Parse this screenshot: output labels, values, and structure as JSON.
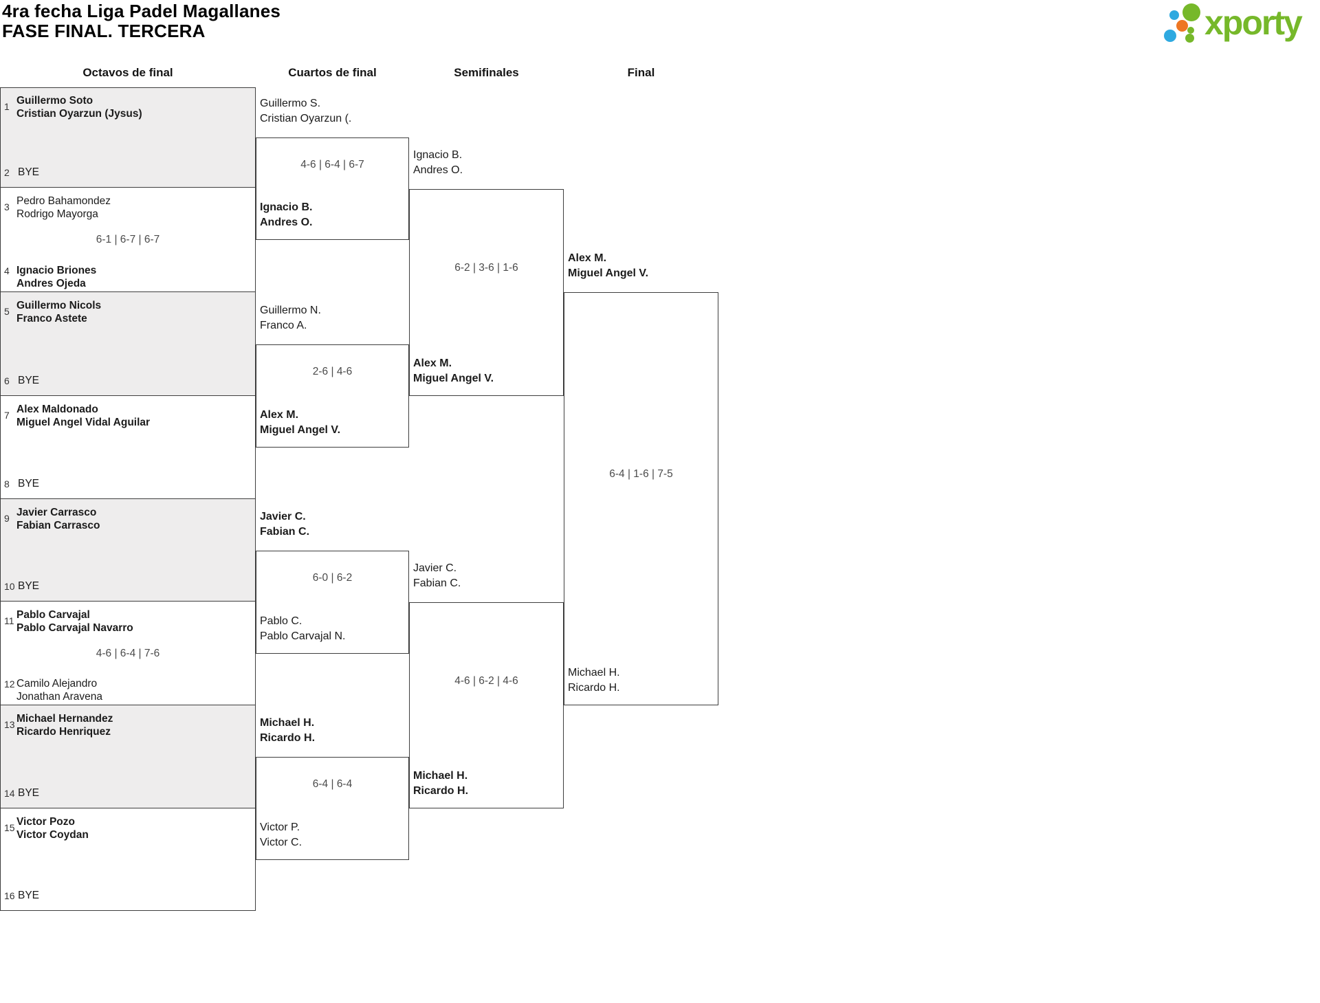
{
  "title": {
    "line1": "4ra fecha Liga Padel Magallanes",
    "line2": "FASE FINAL. TERCERA"
  },
  "logo": {
    "text": "xporty",
    "brand_green": "#76B82A",
    "brand_blue": "#2EA9E0",
    "brand_orange": "#EE7723"
  },
  "bracket": {
    "rounds": [
      {
        "label": "Octavos de final",
        "matches": [
          {
            "team1": {
              "seed": "1",
              "names": [
                "Guillermo Soto",
                "Cristian Oyarzun (Jysus)"
              ],
              "winner": true
            },
            "team2": {
              "seed": "2",
              "names": [
                "BYE"
              ],
              "winner": false,
              "bye": true
            },
            "score": "",
            "shaded": true
          },
          {
            "team1": {
              "seed": "3",
              "names": [
                "Pedro Bahamondez",
                "Rodrigo Mayorga"
              ],
              "winner": false
            },
            "team2": {
              "seed": "4",
              "names": [
                "Ignacio Briones",
                "Andres Ojeda"
              ],
              "winner": true
            },
            "score": "6-1 | 6-7 | 6-7",
            "shaded": false
          },
          {
            "team1": {
              "seed": "5",
              "names": [
                "Guillermo Nicols",
                "Franco Astete"
              ],
              "winner": true
            },
            "team2": {
              "seed": "6",
              "names": [
                "BYE"
              ],
              "winner": false,
              "bye": true
            },
            "score": "",
            "shaded": true
          },
          {
            "team1": {
              "seed": "7",
              "names": [
                "Alex Maldonado",
                "Miguel Angel Vidal Aguilar"
              ],
              "winner": true
            },
            "team2": {
              "seed": "8",
              "names": [
                "BYE"
              ],
              "winner": false,
              "bye": true
            },
            "score": "",
            "shaded": false
          },
          {
            "team1": {
              "seed": "9",
              "names": [
                "Javier Carrasco",
                "Fabian Carrasco"
              ],
              "winner": true
            },
            "team2": {
              "seed": "10",
              "names": [
                "BYE"
              ],
              "winner": false,
              "bye": true
            },
            "score": "",
            "shaded": true
          },
          {
            "team1": {
              "seed": "11",
              "names": [
                "Pablo Carvajal",
                "Pablo Carvajal Navarro"
              ],
              "winner": true
            },
            "team2": {
              "seed": "12",
              "names": [
                "Camilo Alejandro",
                "Jonathan Aravena"
              ],
              "winner": false
            },
            "score": "4-6 | 6-4 | 7-6",
            "shaded": false
          },
          {
            "team1": {
              "seed": "13",
              "names": [
                "Michael Hernandez",
                "Ricardo Henriquez"
              ],
              "winner": true
            },
            "team2": {
              "seed": "14",
              "names": [
                "BYE"
              ],
              "winner": false,
              "bye": true
            },
            "score": "",
            "shaded": true
          },
          {
            "team1": {
              "seed": "15",
              "names": [
                "Victor Pozo",
                "Victor Coydan"
              ],
              "winner": true
            },
            "team2": {
              "seed": "16",
              "names": [
                "BYE"
              ],
              "winner": false,
              "bye": true
            },
            "score": "",
            "shaded": false
          }
        ]
      },
      {
        "label": "Cuartos de final",
        "matches": [
          {
            "team1": {
              "names": [
                "Guillermo S.",
                "Cristian Oyarzun (."
              ],
              "winner": false
            },
            "team2": {
              "names": [
                "Ignacio B.",
                "Andres O."
              ],
              "winner": true
            },
            "score": "4-6 | 6-4 | 6-7"
          },
          {
            "team1": {
              "names": [
                "Guillermo N.",
                "Franco A."
              ],
              "winner": false
            },
            "team2": {
              "names": [
                "Alex M.",
                "Miguel Angel V."
              ],
              "winner": true
            },
            "score": "2-6 | 4-6"
          },
          {
            "team1": {
              "names": [
                "Javier C.",
                "Fabian C."
              ],
              "winner": true
            },
            "team2": {
              "names": [
                "Pablo C.",
                "Pablo Carvajal N."
              ],
              "winner": false
            },
            "score": "6-0 | 6-2"
          },
          {
            "team1": {
              "names": [
                "Michael H.",
                "Ricardo H."
              ],
              "winner": true
            },
            "team2": {
              "names": [
                "Victor P.",
                "Victor C."
              ],
              "winner": false
            },
            "score": "6-4 | 6-4"
          }
        ]
      },
      {
        "label": "Semifinales",
        "matches": [
          {
            "team1": {
              "names": [
                "Ignacio B.",
                "Andres O."
              ],
              "winner": false
            },
            "team2": {
              "names": [
                "Alex M.",
                "Miguel Angel V."
              ],
              "winner": true
            },
            "score": "6-2 | 3-6 | 1-6"
          },
          {
            "team1": {
              "names": [
                "Javier C.",
                "Fabian C."
              ],
              "winner": false
            },
            "team2": {
              "names": [
                "Michael H.",
                "Ricardo H."
              ],
              "winner": true
            },
            "score": "4-6 | 6-2 | 4-6"
          }
        ]
      },
      {
        "label": "Final",
        "matches": [
          {
            "team1": {
              "names": [
                "Alex M.",
                "Miguel Angel V."
              ],
              "winner": true
            },
            "team2": {
              "names": [
                "Michael H.",
                "Ricardo H."
              ],
              "winner": false
            },
            "score": "6-4 | 1-6 | 7-5"
          }
        ]
      }
    ]
  }
}
